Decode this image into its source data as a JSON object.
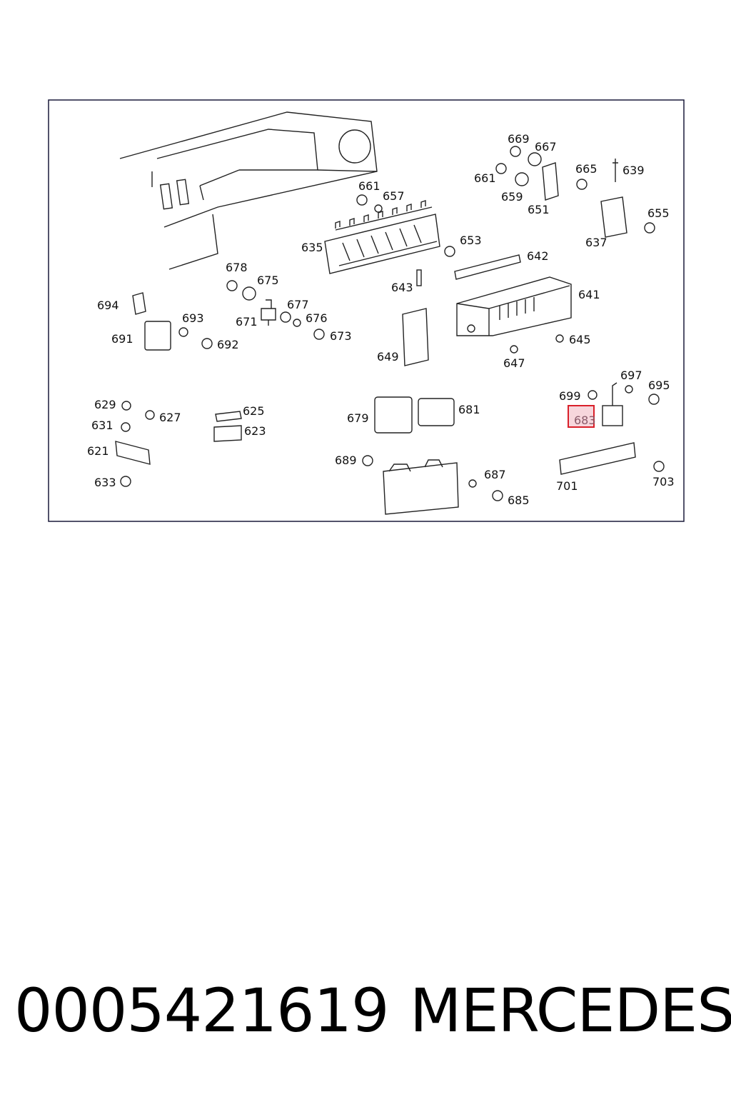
{
  "diagram": {
    "callouts": {
      "c629": "629",
      "c631": "631",
      "c627": "627",
      "c621": "621",
      "c633": "633",
      "c625": "625",
      "c623": "623",
      "c694": "694",
      "c691": "691",
      "c693": "693",
      "c692": "692",
      "c678": "678",
      "c675": "675",
      "c671": "671",
      "c677": "677",
      "c676": "676",
      "c673": "673",
      "c635": "635",
      "c661a": "661",
      "c657": "657",
      "c653": "653",
      "c643": "643",
      "c649": "649",
      "c669": "669",
      "c667": "667",
      "c661b": "661",
      "c659": "659",
      "c651": "651",
      "c665": "665",
      "c639": "639",
      "c637": "637",
      "c655": "655",
      "c642": "642",
      "c641": "641",
      "c645": "645",
      "c647": "647",
      "c697": "697",
      "c699": "699",
      "c695": "695",
      "c683": "683",
      "c679": "679",
      "c681": "681",
      "c689": "689",
      "c687": "687",
      "c685": "685",
      "c701": "701",
      "c703": "703"
    },
    "highlight": {
      "label_ref": "683",
      "color": "#d9202a",
      "fill": "#f7d6dc"
    }
  },
  "footer": {
    "part_number": "0005421619",
    "brand": "MERCEDES"
  }
}
